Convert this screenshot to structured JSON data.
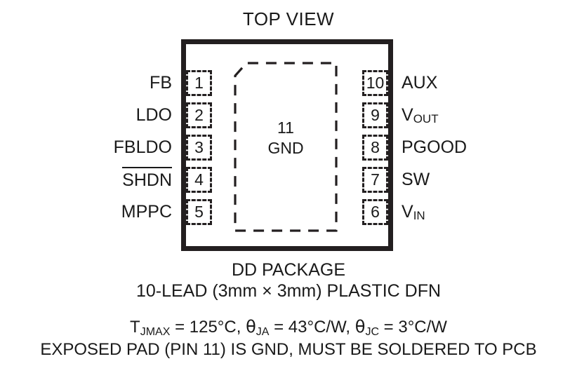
{
  "diagram": {
    "title": "TOP VIEW",
    "package_body": {
      "fill": "#ffffff",
      "stroke": "#231f20"
    },
    "exposed_pad": {
      "pin_number": "11",
      "pin_name": "GND",
      "stroke": "#231f20",
      "style": "dashed"
    },
    "pins_left": [
      {
        "number": "1",
        "label": "FB",
        "overline": false
      },
      {
        "number": "2",
        "label": "LDO",
        "overline": false
      },
      {
        "number": "3",
        "label": "FBLDO",
        "overline": false
      },
      {
        "number": "4",
        "label": "SHDN",
        "overline": true
      },
      {
        "number": "5",
        "label": "MPPC",
        "overline": false
      }
    ],
    "pins_right": [
      {
        "number": "10",
        "label": "AUX",
        "base": "AUX",
        "sub": ""
      },
      {
        "number": "9",
        "label": "VOUT",
        "base": "V",
        "sub": "OUT"
      },
      {
        "number": "8",
        "label": "PGOOD",
        "base": "PGOOD",
        "sub": ""
      },
      {
        "number": "7",
        "label": "SW",
        "base": "SW",
        "sub": ""
      },
      {
        "number": "6",
        "label": "VIN",
        "base": "V",
        "sub": "IN"
      }
    ]
  },
  "caption": {
    "package": "DD PACKAGE",
    "lead": "10-LEAD (3mm × 3mm) PLASTIC DFN",
    "thermal": {
      "tjmax_symbol": "T",
      "tjmax_sub": "JMAX",
      "tjmax_value": "= 125°C,",
      "theta_ja_symbol": "θ",
      "theta_ja_sub": "JA",
      "theta_ja_value": "= 43°C/W,",
      "theta_jc_symbol": "θ",
      "theta_jc_sub": "JC",
      "theta_jc_value": "= 3°C/W"
    },
    "exposed_pad_note": "EXPOSED PAD (PIN 11) IS GND, MUST BE SOLDERED TO PCB"
  },
  "colors": {
    "ink": "#1a1a1a",
    "outline": "#231f20",
    "background": "#ffffff"
  }
}
